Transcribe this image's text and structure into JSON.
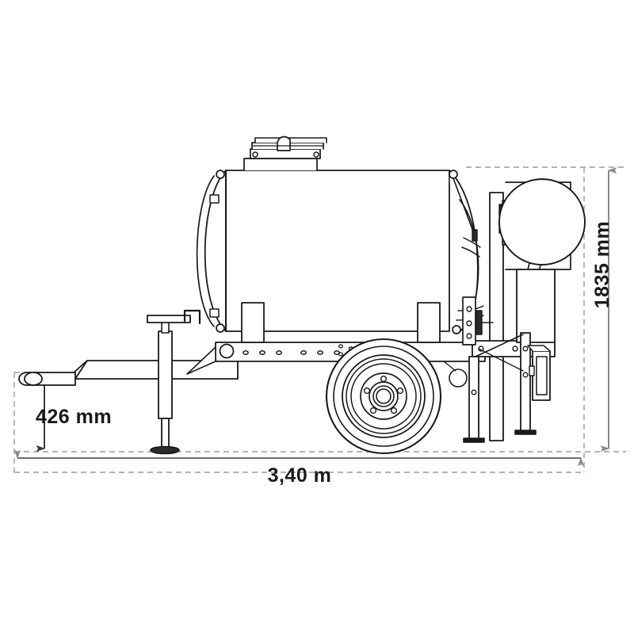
{
  "document": {
    "type": "technical-drawing",
    "subject": "Towable slurry tank trailer side elevation",
    "background_color": "#ffffff",
    "line_color": "#1a1a1a",
    "dimension_color": "#8c8c8c",
    "dimension_text_color": "#1a1a1a"
  },
  "dimensions": {
    "height": {
      "label": "1835 mm",
      "orientation": "vertical",
      "position": "right"
    },
    "ground_clearance": {
      "label": "426 mm",
      "orientation": "vertical",
      "position": "left"
    },
    "length": {
      "label": "3,40 m",
      "orientation": "horizontal",
      "position": "bottom"
    }
  },
  "components": {
    "tank": "tank-body",
    "tank_end_cap_left": "tank-left-dished-end",
    "tank_end_cap_right": "tank-right-dished-end",
    "manhole": "top-manhole-hatch",
    "rear_reel": "rear-circular-reel",
    "pump_housing": "pump-housing-box",
    "wheel": "road-wheel",
    "drawbar": "drawbar-beam",
    "hitch": "hitch-eye",
    "jack": "jack-stand",
    "jack_handle": "jack-crank-handle",
    "rear_leg_front": "rear-support-leg-front",
    "rear_leg_back": "rear-support-leg-back",
    "tail_light": "tail-light-unit",
    "chassis": "chassis-beam",
    "saddle_front": "tank-saddle-front",
    "saddle_rear": "tank-saddle-rear",
    "mast": "rear-vertical-mast"
  }
}
